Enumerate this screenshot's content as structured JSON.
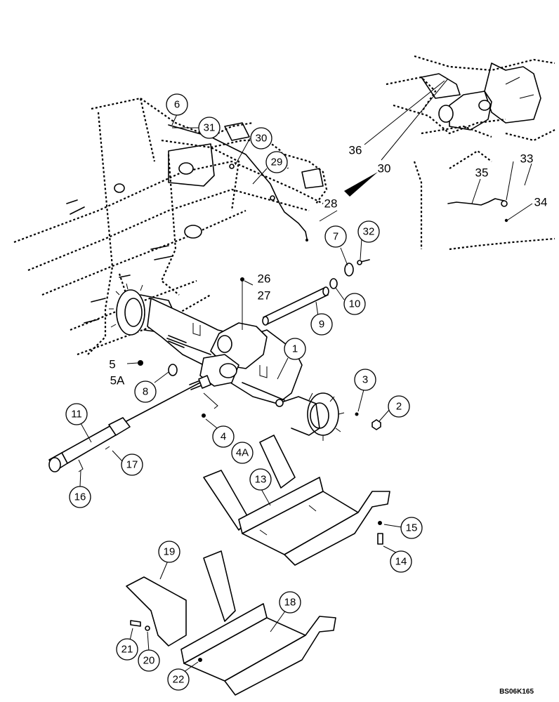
{
  "figure_code": "BS06K165",
  "callouts": [
    {
      "id": "c6",
      "label": "6",
      "circled": true
    },
    {
      "id": "c31",
      "label": "31",
      "circled": true
    },
    {
      "id": "c30a",
      "label": "30",
      "circled": true
    },
    {
      "id": "c29",
      "label": "29",
      "circled": true
    },
    {
      "id": "c36",
      "label": "36",
      "circled": false
    },
    {
      "id": "c30b",
      "label": "30",
      "circled": false
    },
    {
      "id": "c28",
      "label": "28",
      "circled": false
    },
    {
      "id": "c33",
      "label": "33",
      "circled": false
    },
    {
      "id": "c35",
      "label": "35",
      "circled": false
    },
    {
      "id": "c34",
      "label": "34",
      "circled": false
    },
    {
      "id": "c7",
      "label": "7",
      "circled": true
    },
    {
      "id": "c32",
      "label": "32",
      "circled": true
    },
    {
      "id": "c26",
      "label": "26",
      "circled": false
    },
    {
      "id": "c27",
      "label": "27",
      "circled": false
    },
    {
      "id": "c10",
      "label": "10",
      "circled": true
    },
    {
      "id": "c9",
      "label": "9",
      "circled": true
    },
    {
      "id": "c1",
      "label": "1",
      "circled": true
    },
    {
      "id": "c5",
      "label": "5",
      "circled": false
    },
    {
      "id": "c5A",
      "label": "5A",
      "circled": false
    },
    {
      "id": "c8",
      "label": "8",
      "circled": true
    },
    {
      "id": "c3",
      "label": "3",
      "circled": true
    },
    {
      "id": "c2",
      "label": "2",
      "circled": true
    },
    {
      "id": "c4",
      "label": "4",
      "circled": true
    },
    {
      "id": "c4A",
      "label": "4A",
      "circled": true
    },
    {
      "id": "c11",
      "label": "11",
      "circled": true
    },
    {
      "id": "c17",
      "label": "17",
      "circled": true
    },
    {
      "id": "c16",
      "label": "16",
      "circled": true
    },
    {
      "id": "c13",
      "label": "13",
      "circled": true
    },
    {
      "id": "c15",
      "label": "15",
      "circled": true
    },
    {
      "id": "c14",
      "label": "14",
      "circled": true
    },
    {
      "id": "c19",
      "label": "19",
      "circled": true
    },
    {
      "id": "c18",
      "label": "18",
      "circled": true
    },
    {
      "id": "c21",
      "label": "21",
      "circled": true
    },
    {
      "id": "c20",
      "label": "20",
      "circled": true
    },
    {
      "id": "c22",
      "label": "22",
      "circled": true
    }
  ]
}
